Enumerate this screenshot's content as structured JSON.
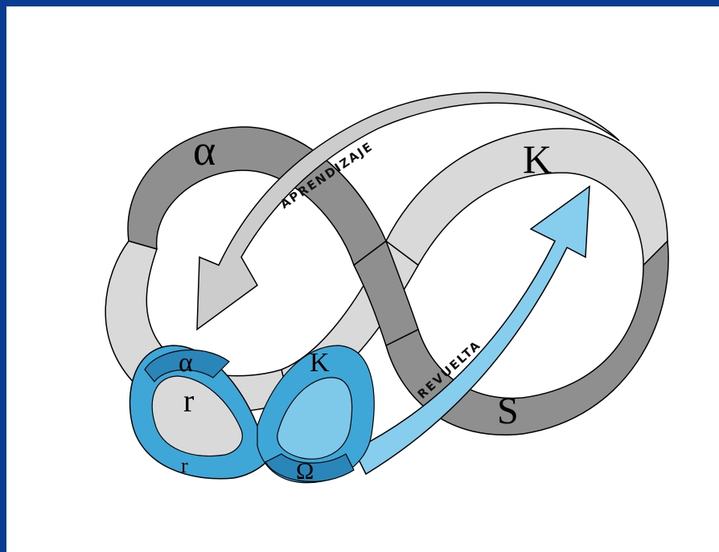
{
  "diagram": {
    "colors": {
      "background_border": "#0a3d91",
      "loop_dark_gray": "#8f8f8f",
      "loop_light_gray": "#d9d9d9",
      "small_loop_dark_blue": "#2a86b8",
      "small_loop_mid_blue": "#3ea7d8",
      "small_loop_light_blue": "#7ec9ea",
      "arrow_gray": "#cccccc",
      "arrow_blue": "#86cdee"
    },
    "large_loop": {
      "alpha": "α",
      "kappa": "K",
      "s": "S"
    },
    "small_loop": {
      "alpha": "α",
      "r_big": "r",
      "r_small": "r",
      "kappa": "K",
      "omega": "Ω"
    },
    "arrows": {
      "aprendizaje": "APRENDIZAJE",
      "revuelta": "REVUELTA"
    }
  }
}
